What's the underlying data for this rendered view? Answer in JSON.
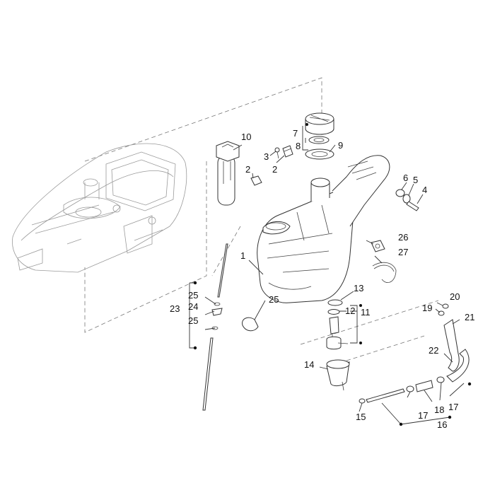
{
  "callouts": [
    {
      "id": "c1",
      "text": "1"
    },
    {
      "id": "c2a",
      "text": "2"
    },
    {
      "id": "c2b",
      "text": "2"
    },
    {
      "id": "c3",
      "text": "3"
    },
    {
      "id": "c4",
      "text": "4"
    },
    {
      "id": "c5",
      "text": "5"
    },
    {
      "id": "c6",
      "text": "6"
    },
    {
      "id": "c7",
      "text": "7"
    },
    {
      "id": "c8",
      "text": "8"
    },
    {
      "id": "c9",
      "text": "9"
    },
    {
      "id": "c10",
      "text": "10"
    },
    {
      "id": "c11",
      "text": "11"
    },
    {
      "id": "c12",
      "text": "12"
    },
    {
      "id": "c13",
      "text": "13"
    },
    {
      "id": "c14",
      "text": "14"
    },
    {
      "id": "c15",
      "text": "15"
    },
    {
      "id": "c16",
      "text": "16"
    },
    {
      "id": "c17a",
      "text": "17"
    },
    {
      "id": "c17b",
      "text": "17"
    },
    {
      "id": "c18",
      "text": "18"
    },
    {
      "id": "c19",
      "text": "19"
    },
    {
      "id": "c20",
      "text": "20"
    },
    {
      "id": "c21",
      "text": "21"
    },
    {
      "id": "c22",
      "text": "22"
    },
    {
      "id": "c23",
      "text": "23"
    },
    {
      "id": "c24",
      "text": "24"
    },
    {
      "id": "c25a",
      "text": "25"
    },
    {
      "id": "c25b",
      "text": "25"
    },
    {
      "id": "c25c",
      "text": "25"
    },
    {
      "id": "c26",
      "text": "26"
    },
    {
      "id": "c27",
      "text": "27"
    }
  ]
}
